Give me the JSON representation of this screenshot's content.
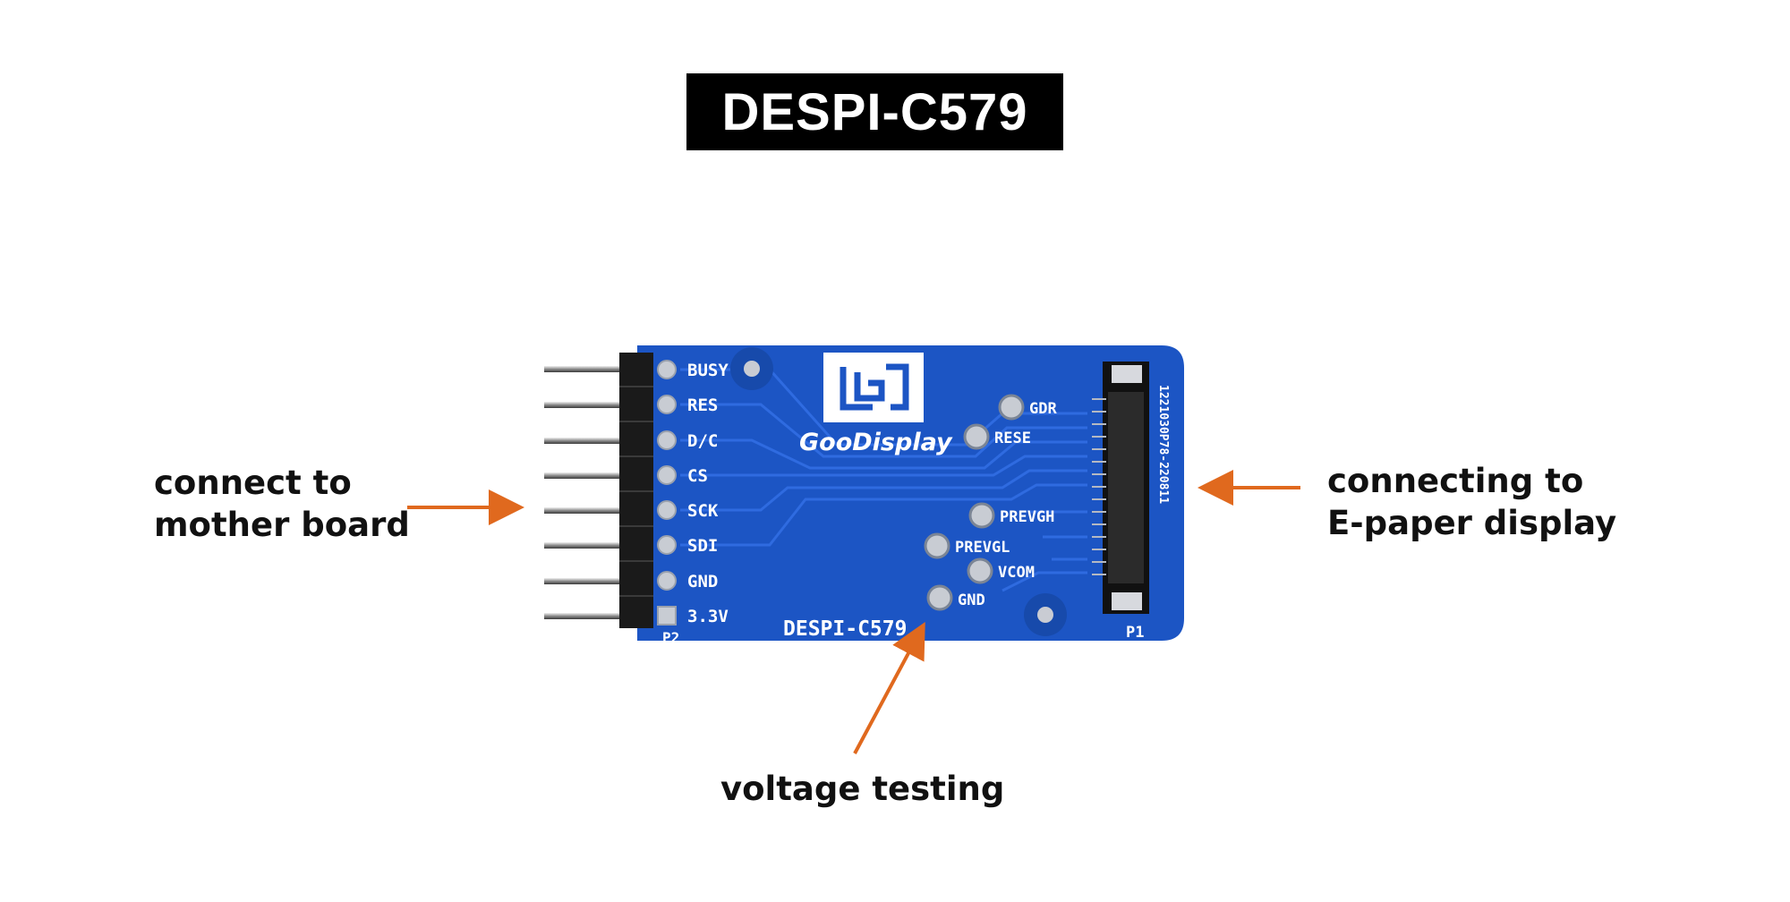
{
  "title": "DESPI-C579",
  "annotations": {
    "left_line1": "connect to",
    "left_line2": "mother board",
    "right_line1": "connecting to",
    "right_line2": "E-paper display",
    "bottom": "voltage testing"
  },
  "board": {
    "brand": "GooDisplay",
    "silkscreen_model": "DESPI-C579",
    "connector_p2": "P2",
    "connector_p1": "P1",
    "fpc_code": "1221030P78-220811",
    "pins": [
      "BUSY",
      "RES",
      "D/C",
      "CS",
      "SCK",
      "SDI",
      "GND",
      "3.3V"
    ],
    "test_points": [
      "GDR",
      "RESE",
      "PREVGH",
      "PREVGL",
      "VCOM",
      "GND"
    ]
  },
  "colors": {
    "board_blue": "#1c55c4",
    "trace_blue": "#2f6be0",
    "arrow_orange": "#e0691e",
    "header_black": "#1a1a1a"
  },
  "icons": [
    "goodisplay-logo-icon"
  ]
}
